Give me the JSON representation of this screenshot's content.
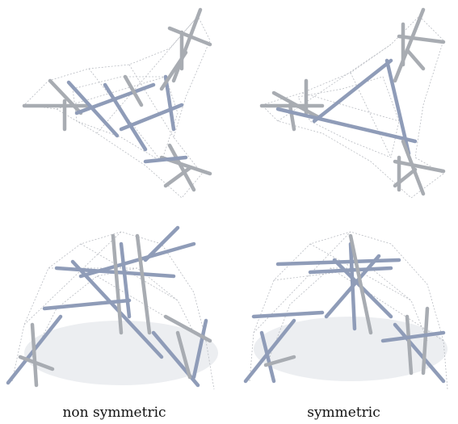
{
  "figure": {
    "captions": {
      "left": "non symmetric",
      "right": "symmetric"
    },
    "colors": {
      "strut_blue": "#8f9cb8",
      "strut_gray": "#a8acb2",
      "cable": "#b9bcc2",
      "background": "#ffffff"
    },
    "panels": [
      {
        "id": "top-left",
        "view": "top",
        "variant": "non symmetric"
      },
      {
        "id": "top-right",
        "view": "top",
        "variant": "symmetric"
      },
      {
        "id": "bottom-left",
        "view": "perspective",
        "variant": "non symmetric"
      },
      {
        "id": "bottom-right",
        "view": "perspective",
        "variant": "symmetric"
      }
    ]
  }
}
